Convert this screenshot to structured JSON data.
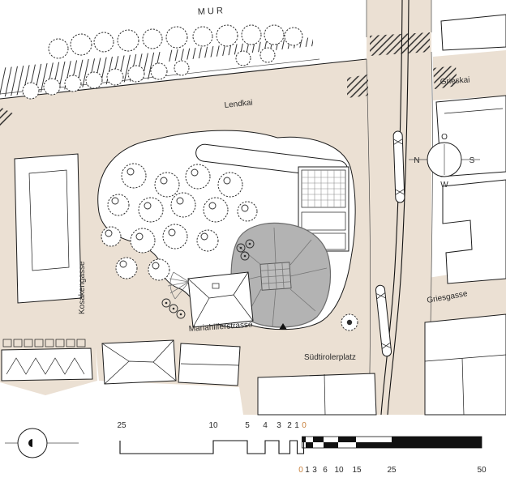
{
  "labels": {
    "river": "MUR",
    "lendkai": "Lendkai",
    "grieskai": "Grieskai",
    "kosakengasse": "Kosakengasse",
    "mariahilferstrasse": "Mariahilferstrasse",
    "suedtirolerplatz": "Südtirolerplatz",
    "griesgasse": "Griesgasse"
  },
  "compass": {
    "top": "O",
    "left": "N",
    "right": "S",
    "bottom": "W"
  },
  "scales": {
    "top": {
      "ticks": [
        "25",
        "10",
        "5",
        "4",
        "3",
        "2",
        "1",
        "0"
      ]
    },
    "bottom": {
      "ticks": [
        "0",
        "1",
        "3",
        "6",
        "10",
        "15",
        "25",
        "50"
      ]
    }
  },
  "colors": {
    "street": "#ebe0d3",
    "line": "#1c1c1c",
    "building_gray": "#b3b3b3",
    "accent_zero": "#c77f3a"
  }
}
